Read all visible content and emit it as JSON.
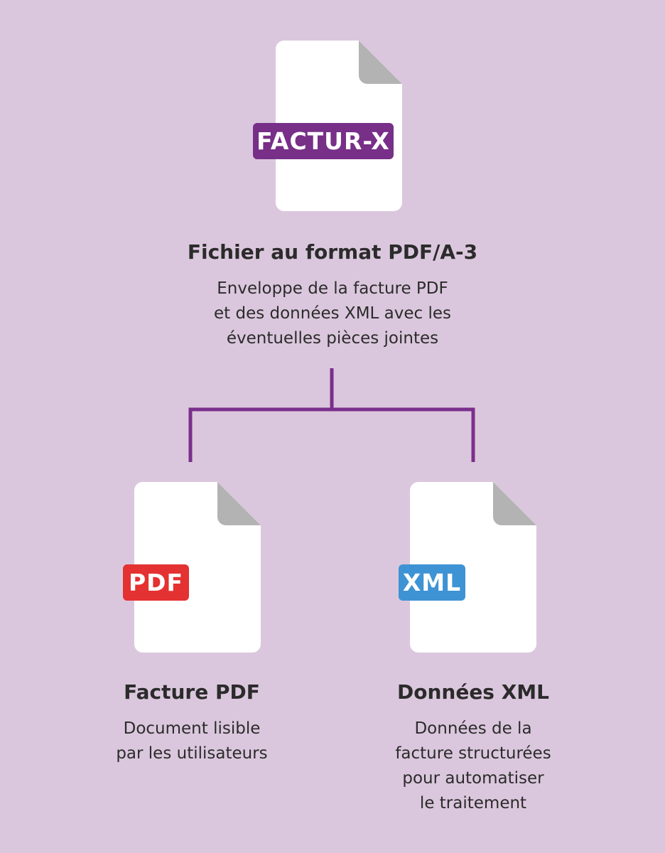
{
  "colors": {
    "background": "#dbc7dd",
    "connector": "#7a2f8c",
    "facturx": "#772f88",
    "pdf": "#e43131",
    "xml": "#3e93d4"
  },
  "top": {
    "badge": "FACTUR-X",
    "title": "Fichier au format PDF/A-3",
    "description": [
      "Enveloppe de la facture PDF",
      "et des données XML avec les",
      "éventuelles pièces jointes"
    ]
  },
  "left": {
    "badge": "PDF",
    "title": "Facture PDF",
    "description": [
      "Document lisible",
      "par les utilisateurs"
    ]
  },
  "right": {
    "badge": "XML",
    "title": "Données XML",
    "description": [
      "Données de la",
      "facture structurées",
      "pour automatiser",
      "le traitement"
    ]
  }
}
